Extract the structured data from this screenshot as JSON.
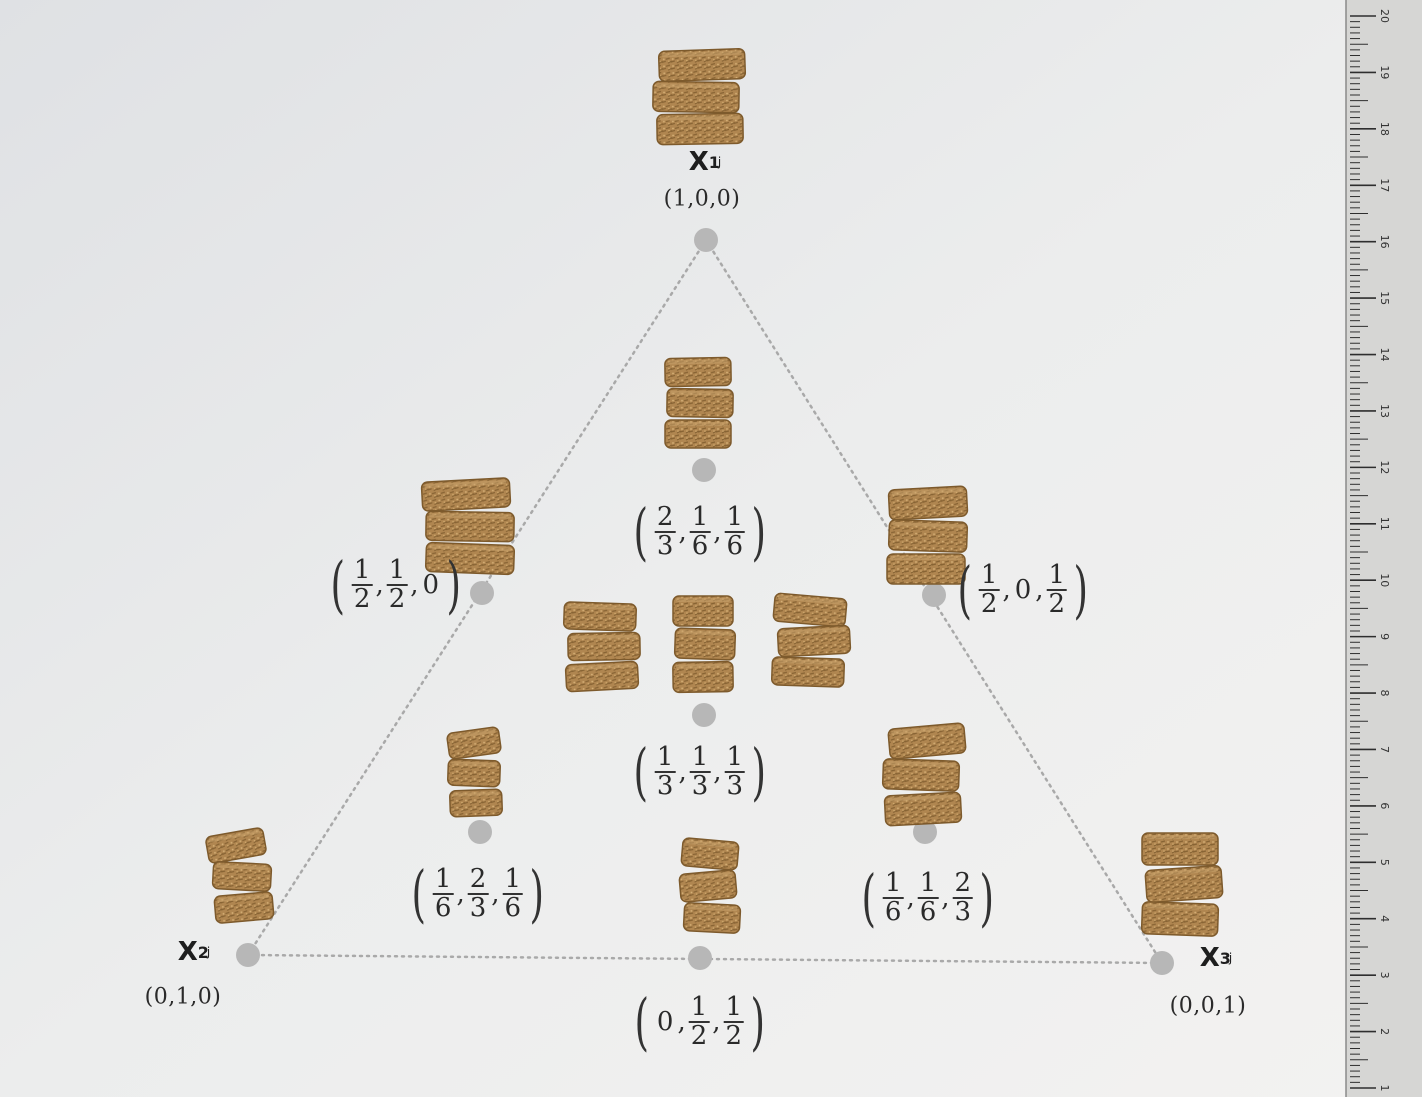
{
  "vertices": [
    {
      "name": "X",
      "sub": "1",
      "sup": "j",
      "coord": "(1,0,0)"
    },
    {
      "name": "X",
      "sub": "2",
      "sup": "j",
      "coord": "(0,1,0)"
    },
    {
      "name": "X",
      "sub": "3",
      "sup": "j",
      "coord": "(0,0,1)"
    }
  ],
  "mixtures": [
    {
      "id": "p1",
      "parts": [
        {
          "n": "1",
          "d": "2"
        },
        {
          "n": "1",
          "d": "2"
        },
        {
          "v": "0"
        }
      ]
    },
    {
      "id": "p2",
      "parts": [
        {
          "n": "2",
          "d": "3"
        },
        {
          "n": "1",
          "d": "6"
        },
        {
          "n": "1",
          "d": "6"
        }
      ]
    },
    {
      "id": "p3",
      "parts": [
        {
          "n": "1",
          "d": "2"
        },
        {
          "v": "0"
        },
        {
          "n": "1",
          "d": "2"
        }
      ]
    },
    {
      "id": "p4",
      "parts": [
        {
          "n": "1",
          "d": "3"
        },
        {
          "n": "1",
          "d": "3"
        },
        {
          "n": "1",
          "d": "3"
        }
      ]
    },
    {
      "id": "p5",
      "parts": [
        {
          "n": "1",
          "d": "6"
        },
        {
          "n": "2",
          "d": "3"
        },
        {
          "n": "1",
          "d": "6"
        }
      ]
    },
    {
      "id": "p6",
      "parts": [
        {
          "n": "1",
          "d": "6"
        },
        {
          "n": "1",
          "d": "6"
        },
        {
          "n": "2",
          "d": "3"
        }
      ]
    },
    {
      "id": "p7",
      "parts": [
        {
          "v": "0"
        },
        {
          "n": "1",
          "d": "2"
        },
        {
          "n": "1",
          "d": "2"
        }
      ]
    }
  ],
  "ruler": {
    "labels": [
      "1",
      "2",
      "3",
      "4",
      "5",
      "6",
      "7",
      "8",
      "9",
      "10",
      "11",
      "12",
      "13",
      "14",
      "15",
      "16",
      "17",
      "18",
      "19",
      "20"
    ]
  },
  "colors": {
    "background": "#ececec",
    "marker": "#b7b7b7",
    "pellet": "#a87f48",
    "pellet_dark": "#7d5a2c",
    "ruler": "#d6d6d4"
  }
}
